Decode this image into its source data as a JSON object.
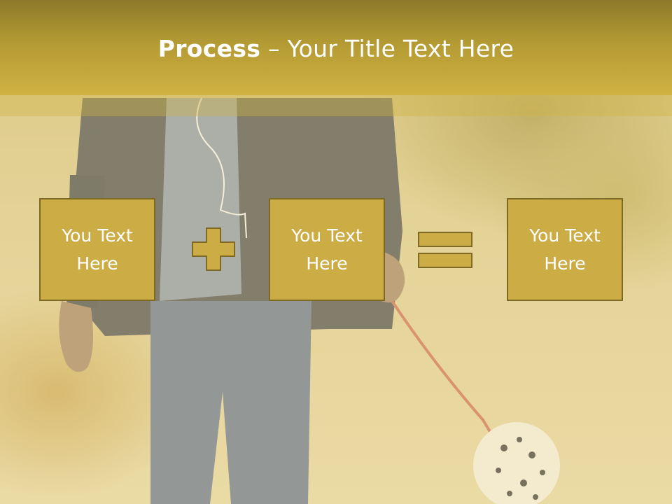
{
  "slide": {
    "title_bold": "Process",
    "title_rest": " – Your Title Text Here"
  },
  "process": {
    "boxes": [
      {
        "text": "You Text Here"
      },
      {
        "text": "You Text Here"
      },
      {
        "text": "You Text Here"
      }
    ],
    "operators": [
      "plus-icon",
      "equals-icon"
    ]
  },
  "colors": {
    "title_bar": "#b39a33",
    "box_fill": "#ccac45",
    "box_border": "#7e6a25",
    "text": "#ffffff"
  }
}
